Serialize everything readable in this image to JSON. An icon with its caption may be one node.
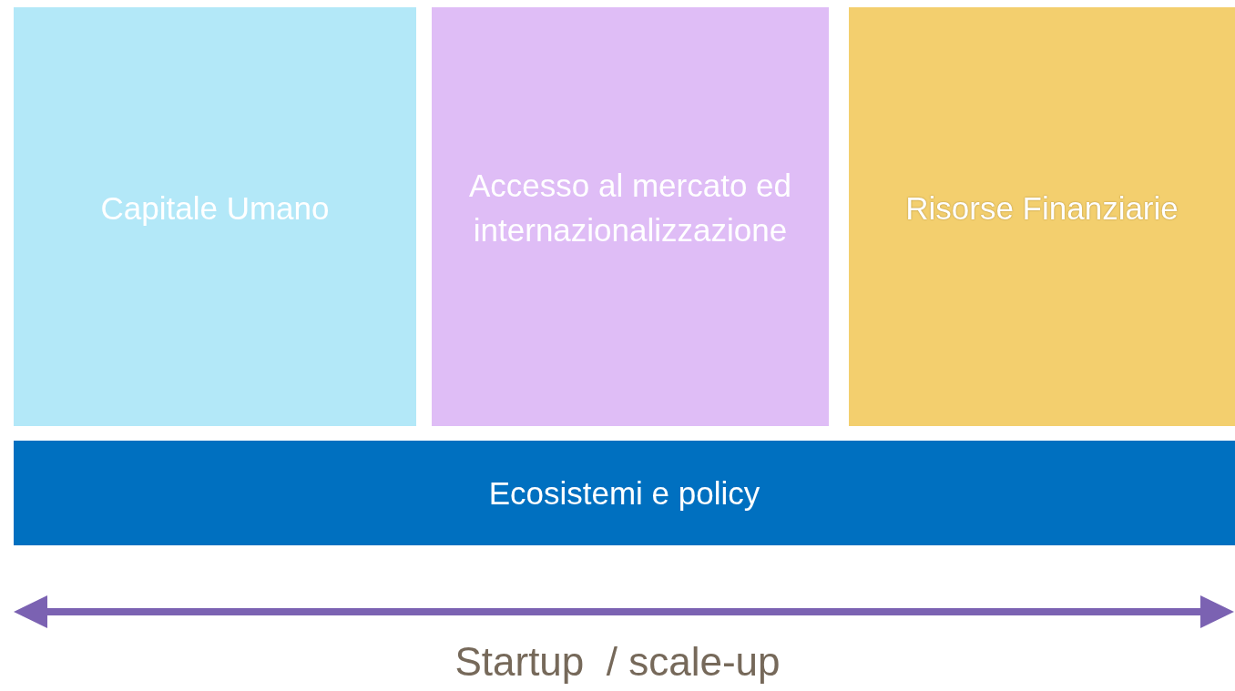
{
  "diagram": {
    "nodes": [
      {
        "text": [
          "Capitale Umano"
        ]
      },
      {
        "text": [
          "Accesso al mercato ed internazionalizzazione"
        ]
      },
      {
        "text": [
          "Risorse Finanziarie"
        ]
      },
      {
        "text": [
          "Ecosistemi e policy"
        ]
      }
    ],
    "labels": [
      "Startup  / scale-up"
    ]
  }
}
